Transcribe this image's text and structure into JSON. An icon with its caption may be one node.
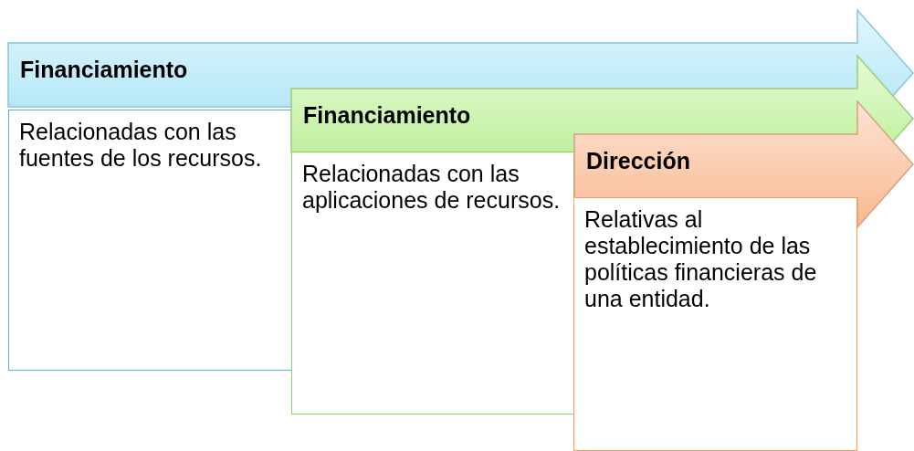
{
  "diagram": {
    "nodes": [
      {
        "text": [
          "Financiamiento"
        ]
      },
      {
        "text": [
          "Relacionadas con las fuentes de los recursos."
        ]
      },
      {
        "text": [
          "Financiamiento"
        ]
      },
      {
        "text": [
          "Relacionadas con las aplicaciones de recursos."
        ]
      },
      {
        "text": [
          "Dirección"
        ]
      },
      {
        "text": [
          "Relativas al establecimiento de las políticas financieras de una entidad."
        ]
      }
    ]
  }
}
